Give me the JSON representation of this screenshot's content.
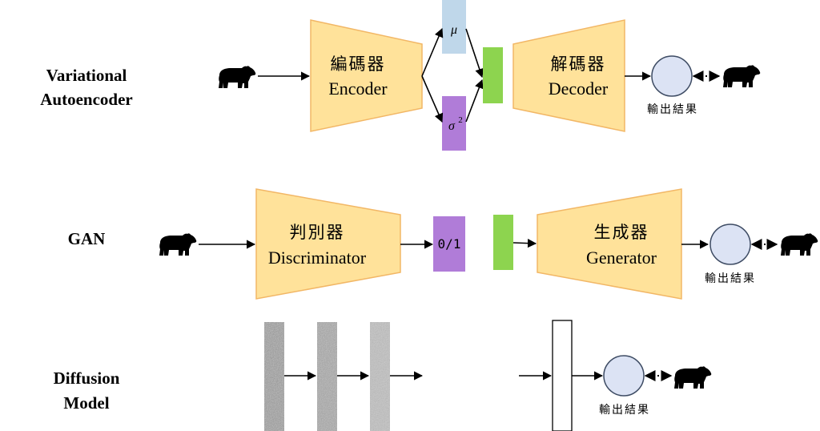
{
  "rows": {
    "vae": {
      "label_line1": "Variational",
      "label_line2": "Autoencoder",
      "encoder_cjk": "編碼器",
      "encoder_en": "Encoder",
      "mu": "μ",
      "sigma": "σ",
      "sigma_exp": "2",
      "decoder_cjk": "解碼器",
      "decoder_en": "Decoder",
      "output": "輸出結果"
    },
    "gan": {
      "label": "GAN",
      "discriminator_cjk": "判別器",
      "discriminator_en": "Discriminator",
      "score": "0/1",
      "generator_cjk": "生成器",
      "generator_en": "Generator",
      "output": "輸出結果"
    },
    "diffusion": {
      "label_line1": "Diffusion",
      "label_line2": "Model",
      "output": "輸出結果"
    }
  },
  "icons": {
    "input": "bear-icon",
    "output": "bear-icon"
  },
  "colors": {
    "trapezoid_fill": "#FFE29A",
    "trapezoid_stroke": "#F2B766",
    "mu_fill": "#BFD7EA",
    "sigma_fill": "#B07CD8",
    "latent_fill": "#8DD44F",
    "score_fill": "#B07CD8",
    "output_circle_fill": "#DCE3F4",
    "output_circle_stroke": "#3D4B63"
  }
}
